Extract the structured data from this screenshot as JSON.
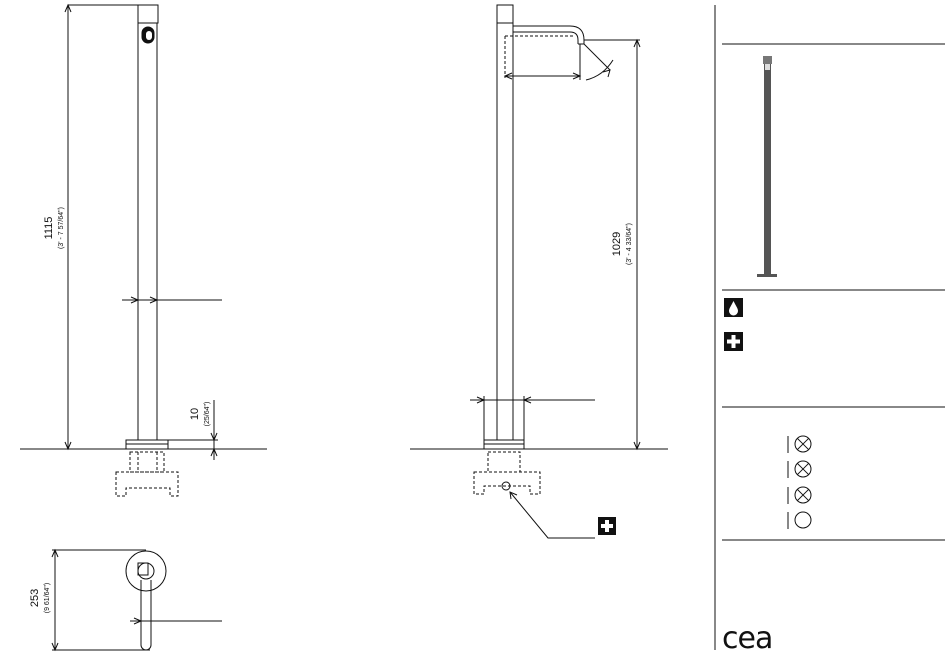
{
  "left_view": {
    "height_mm": "1115",
    "height_in": "(3' - 7 57/64\")",
    "base_mm": "10",
    "base_in": "(25/64\")"
  },
  "center_view": {
    "height_mm": "1029",
    "height_in": "(3' - 4 33/64\")"
  },
  "plan_view": {
    "depth_mm": "253",
    "depth_in": "(9 61/64\")"
  },
  "sidebar": {
    "icons": [
      "water-drop-icon",
      "plus-icon"
    ],
    "finish_swatches": [
      "crossed-circle",
      "crossed-circle",
      "crossed-circle",
      "empty-circle"
    ],
    "brand": "cea"
  }
}
